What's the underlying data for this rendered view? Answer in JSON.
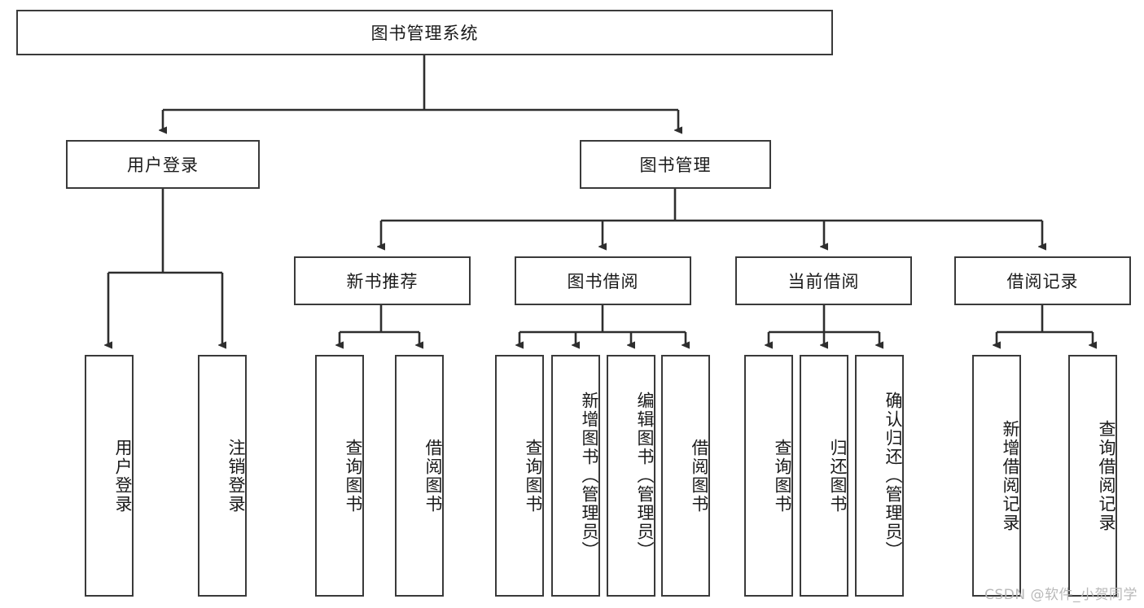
{
  "diagram": {
    "title": "图书管理系统",
    "type": "tree-hierarchy-functional-structure",
    "watermark": "CSDN @软件_小贺同学",
    "colors": {
      "stroke": "#3a3a3a",
      "fill": "#ffffff",
      "text": "#1a1a1a",
      "watermark": "#b9b9b9"
    },
    "root": {
      "label": "图书管理系统"
    },
    "level1": [
      {
        "label": "用户登录"
      },
      {
        "label": "图书管理"
      }
    ],
    "level2": [
      {
        "label": "新书推荐"
      },
      {
        "label": "图书借阅"
      },
      {
        "label": "当前借阅"
      },
      {
        "label": "借阅记录"
      }
    ],
    "leaves": {
      "user_login": [
        {
          "label": "用户登录"
        },
        {
          "label": "注销登录"
        }
      ],
      "new_book_recommend": [
        {
          "label": "查询图书"
        },
        {
          "label": "借阅图书"
        }
      ],
      "book_borrow": [
        {
          "label": "查询图书"
        },
        {
          "label": "新增图书（管理员）"
        },
        {
          "label": "编辑图书（管理员）"
        },
        {
          "label": "借阅图书"
        }
      ],
      "current_borrow": [
        {
          "label": "查询图书"
        },
        {
          "label": "归还图书"
        },
        {
          "label": "确认归还（管理员）"
        }
      ],
      "borrow_record": [
        {
          "label": "新增借阅记录"
        },
        {
          "label": "查询借阅记录"
        }
      ]
    }
  }
}
